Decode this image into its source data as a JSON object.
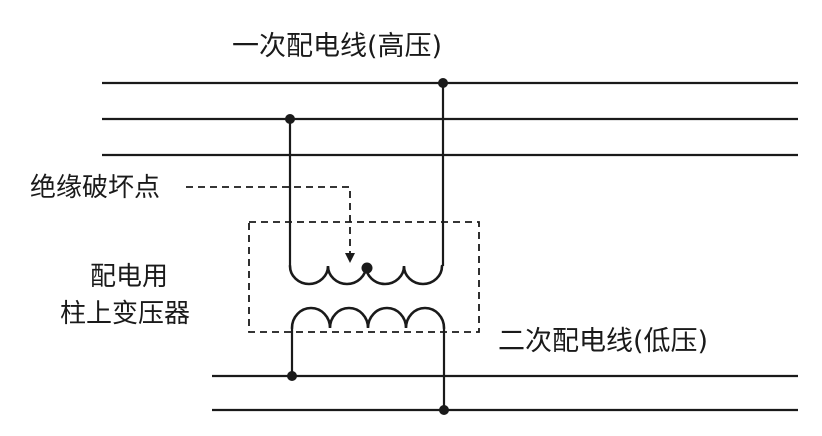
{
  "labels": {
    "primary_line": "一次配电线(高压)",
    "insulation_fault": "绝缘破坏点",
    "transformer_line1": "配电用",
    "transformer_line2": "柱上变压器",
    "secondary_line": "二次配电线(低压)"
  },
  "colors": {
    "ink": "#1a1a1a",
    "background": "#ffffff"
  }
}
